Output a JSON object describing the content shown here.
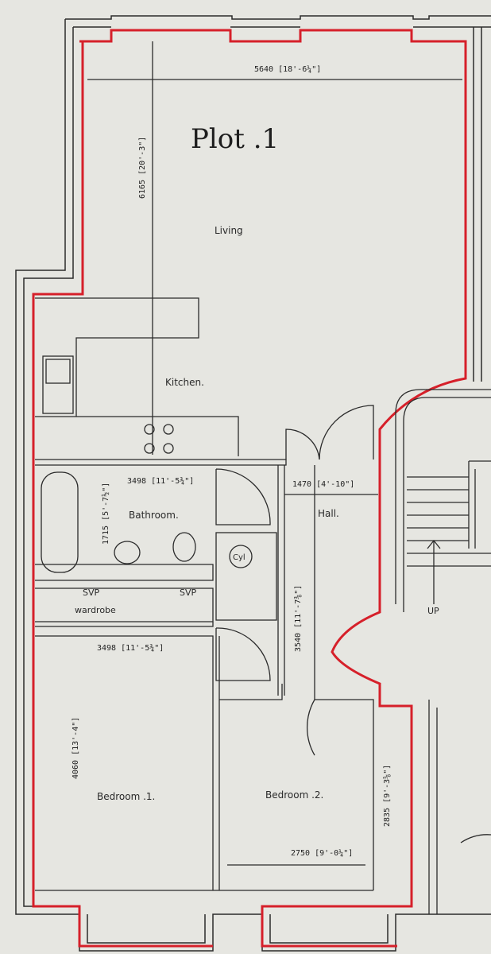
{
  "plan": {
    "title": "Plot .1",
    "rooms": {
      "living": "Living",
      "kitchen": "Kitchen.",
      "bathroom": "Bathroom.",
      "hall": "Hall.",
      "wardrobe": "wardrobe",
      "bedroom1": "Bedroom .1.",
      "bedroom2": "Bedroom .2.",
      "cylinder": "Cyl",
      "svp_left": "SVP",
      "svp_right": "SVP",
      "stairs_up": "UP"
    },
    "dimensions": {
      "living_width": "5640 [18'-6¼\"]",
      "living_depth": "6165 [20'-3\"]",
      "bathroom_width": "3498 [11'-5¾\"]",
      "bathroom_depth": "1715 [5'-7½\"]",
      "hall_width": "1470 [4'-10\"]",
      "hall_length": "3540 [11'-7⅜\"]",
      "bedroom1_width": "3498 [11'-5¾\"]",
      "bedroom1_depth": "4060 [13'-4\"]",
      "bedroom2_width": "2750 [9'-0¼\"]",
      "bedroom2_depth": "2835 [9'-3⅝\"]"
    }
  },
  "colors": {
    "background": "#e6e6e1",
    "wall_line": "#2b2b2b",
    "boundary": "#d6202a"
  }
}
